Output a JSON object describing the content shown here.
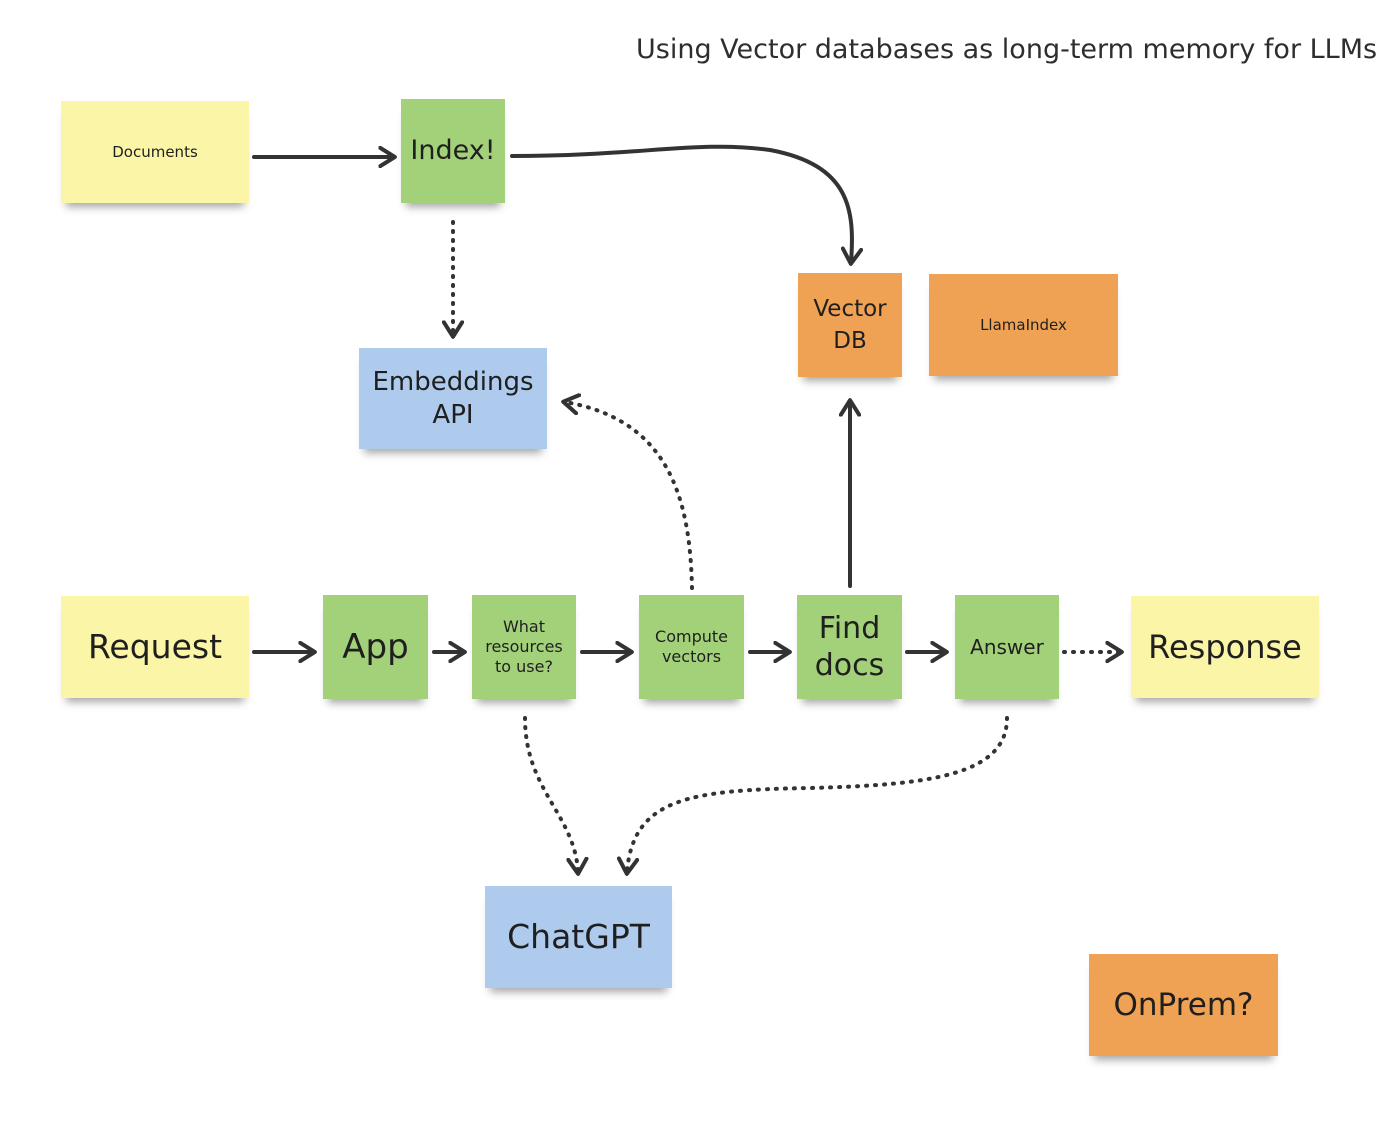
{
  "diagram": {
    "title": "Using Vector databases as long-term memory for LLMs",
    "colors": {
      "yellow": "#fbf5a7",
      "green": "#a3d17a",
      "blue": "#aecbee",
      "orange": "#f0a254",
      "arrow": "#333333"
    },
    "notes": {
      "documents": "Documents",
      "index": "Index!",
      "embeddings_api": "Embeddings API",
      "vector_db": "Vector DB",
      "llamaindex": "LlamaIndex",
      "request": "Request",
      "app": "App",
      "what_resources": "What resources to use?",
      "compute_vectors": "Compute vectors",
      "find_docs": "Find docs",
      "answer": "Answer",
      "response": "Response",
      "chatgpt": "ChatGPT",
      "onprem": "OnPrem?"
    },
    "edges": [
      {
        "from": "documents",
        "to": "index",
        "style": "solid"
      },
      {
        "from": "index",
        "to": "vector_db",
        "style": "solid"
      },
      {
        "from": "index",
        "to": "embeddings_api",
        "style": "dotted"
      },
      {
        "from": "request",
        "to": "app",
        "style": "solid"
      },
      {
        "from": "app",
        "to": "what_resources",
        "style": "solid"
      },
      {
        "from": "what_resources",
        "to": "compute_vectors",
        "style": "solid"
      },
      {
        "from": "compute_vectors",
        "to": "find_docs",
        "style": "solid"
      },
      {
        "from": "compute_vectors",
        "to": "embeddings_api",
        "style": "dotted"
      },
      {
        "from": "find_docs",
        "to": "vector_db",
        "style": "solid"
      },
      {
        "from": "find_docs",
        "to": "answer",
        "style": "solid"
      },
      {
        "from": "answer",
        "to": "response",
        "style": "dotted"
      },
      {
        "from": "what_resources",
        "to": "chatgpt",
        "style": "dotted"
      },
      {
        "from": "answer",
        "to": "chatgpt",
        "style": "dotted"
      }
    ]
  }
}
